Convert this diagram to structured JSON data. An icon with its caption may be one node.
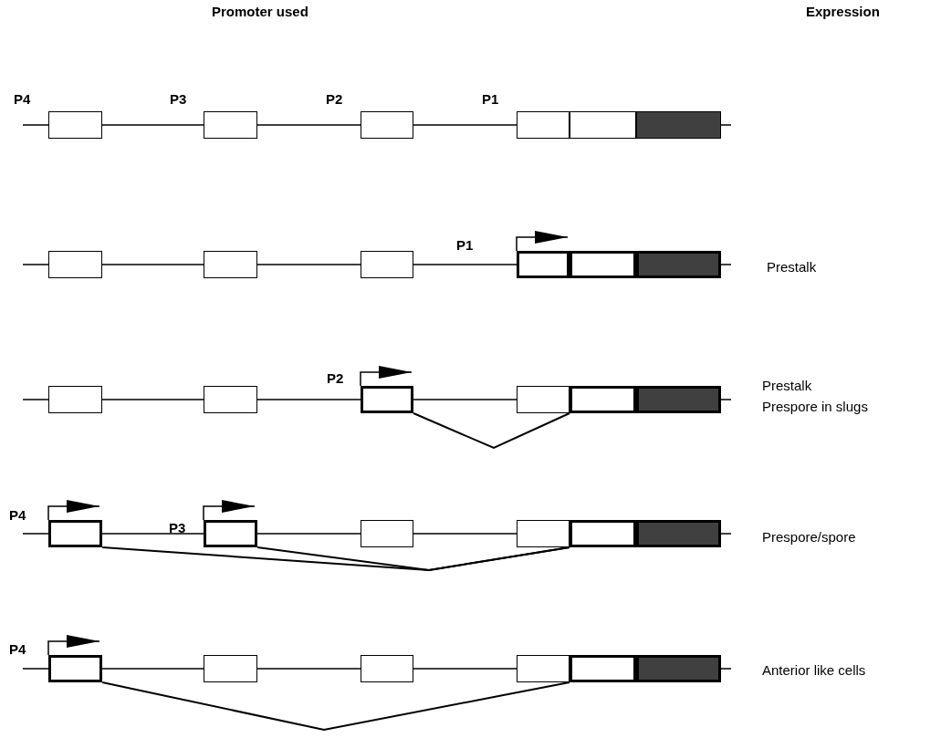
{
  "diagram": {
    "nodes": [
      {
        "text": [],
        "shape": "box"
      },
      {
        "text": [],
        "shape": "box"
      },
      {
        "text": [],
        "shape": "box"
      },
      {
        "text": [],
        "shape": "box"
      },
      {
        "text": [],
        "shape": "box"
      },
      {
        "text": [],
        "shape": "box"
      },
      {
        "text": [],
        "shape": "box"
      },
      {
        "text": [],
        "shape": "box"
      },
      {
        "text": [],
        "shape": "box"
      },
      {
        "text": [],
        "shape": "box"
      },
      {
        "text": [],
        "shape": "box"
      },
      {
        "text": [],
        "shape": "box"
      },
      {
        "text": [],
        "shape": "box"
      },
      {
        "text": [],
        "shape": "box"
      },
      {
        "text": [],
        "shape": "box"
      },
      {
        "text": [],
        "shape": "box"
      },
      {
        "text": [],
        "shape": "box"
      },
      {
        "text": [],
        "shape": "box"
      },
      {
        "text": [],
        "shape": "box"
      },
      {
        "text": [],
        "shape": "box"
      },
      {
        "text": [],
        "shape": "box"
      },
      {
        "text": [],
        "shape": "box"
      },
      {
        "text": [],
        "shape": "box"
      },
      {
        "text": [],
        "shape": "box"
      },
      {
        "text": [],
        "shape": "box"
      },
      {
        "text": [],
        "shape": "box"
      },
      {
        "text": [],
        "shape": "box"
      },
      {
        "text": [],
        "shape": "box"
      },
      {
        "text": [],
        "shape": "box"
      },
      {
        "text": [],
        "shape": "box"
      }
    ],
    "edges": [
      {
        "from": 14,
        "to": 16,
        "arrow": "none"
      },
      {
        "from": 18,
        "to": 22,
        "arrow": "none"
      },
      {
        "from": 19,
        "to": 22,
        "arrow": "none"
      },
      {
        "from": 24,
        "to": 28,
        "arrow": "none"
      },
      {
        "from": 9,
        "to": null,
        "arrow": "to"
      },
      {
        "from": 14,
        "to": null,
        "arrow": "to"
      },
      {
        "from": 18,
        "to": null,
        "arrow": "to"
      },
      {
        "from": 19,
        "to": null,
        "arrow": "to"
      },
      {
        "from": 24,
        "to": null,
        "arrow": "to"
      }
    ],
    "labels": [
      "Promoter used",
      "Expression",
      "P4",
      "P3",
      "P2",
      "P1",
      "P1",
      "Prestalk",
      "P2",
      "Prestalk",
      "Prespore in slugs",
      "P4",
      "P3",
      "Prespore/spore",
      "P4",
      "Anterior like cells"
    ]
  }
}
